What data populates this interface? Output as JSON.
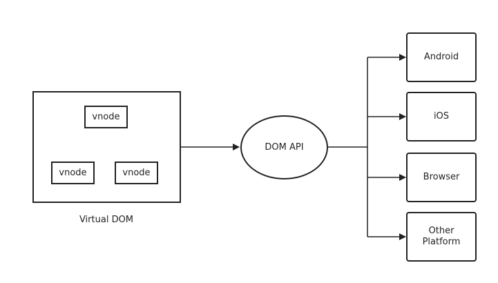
{
  "virtual_dom": {
    "caption": "Virtual DOM",
    "root_node": "vnode",
    "child_left": "vnode",
    "child_right": "vnode"
  },
  "dom_api": {
    "label": "DOM API"
  },
  "platforms": {
    "android": "Android",
    "ios": "iOS",
    "browser": "Browser",
    "other_line1": "Other",
    "other_line2": "Platform"
  },
  "colors": {
    "stroke": "#222222",
    "background": "#ffffff"
  }
}
